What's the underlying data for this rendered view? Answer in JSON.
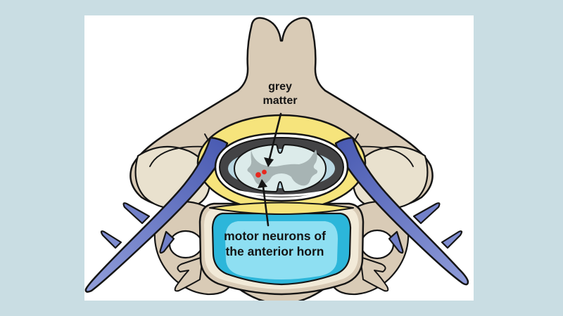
{
  "canvas": {
    "background_color": "#c9dde3",
    "panel_color": "#ffffff"
  },
  "labels": {
    "grey_matter": {
      "line1": "grey",
      "line2": "matter"
    },
    "motor_neurons": {
      "line1": "motor neurons of",
      "line2": "the anterior horn"
    }
  },
  "colors": {
    "bone": "#d9cbb6",
    "bone_light": "#e9e1ce",
    "ligament_yellow": "#f6e47c",
    "canal_dark": "#434345",
    "canal_ring_white": "#ffffff",
    "csf_blue": "#b9d7e2",
    "spinal_cord": "#dcebea",
    "grey_matter": "#a7b4b4",
    "motor_neuron_red": "#e8271e",
    "nerve_blue_dark": "#4a5bb2",
    "nerve_blue_light": "#8e9bd8",
    "vertebral_body_cyan": "#2cb6da",
    "vertebral_body_inner": "#8edff2",
    "body_rim_cream": "#f2ead8",
    "foramen_white": "#ffffff",
    "outline": "#151515",
    "text": "#141414"
  }
}
